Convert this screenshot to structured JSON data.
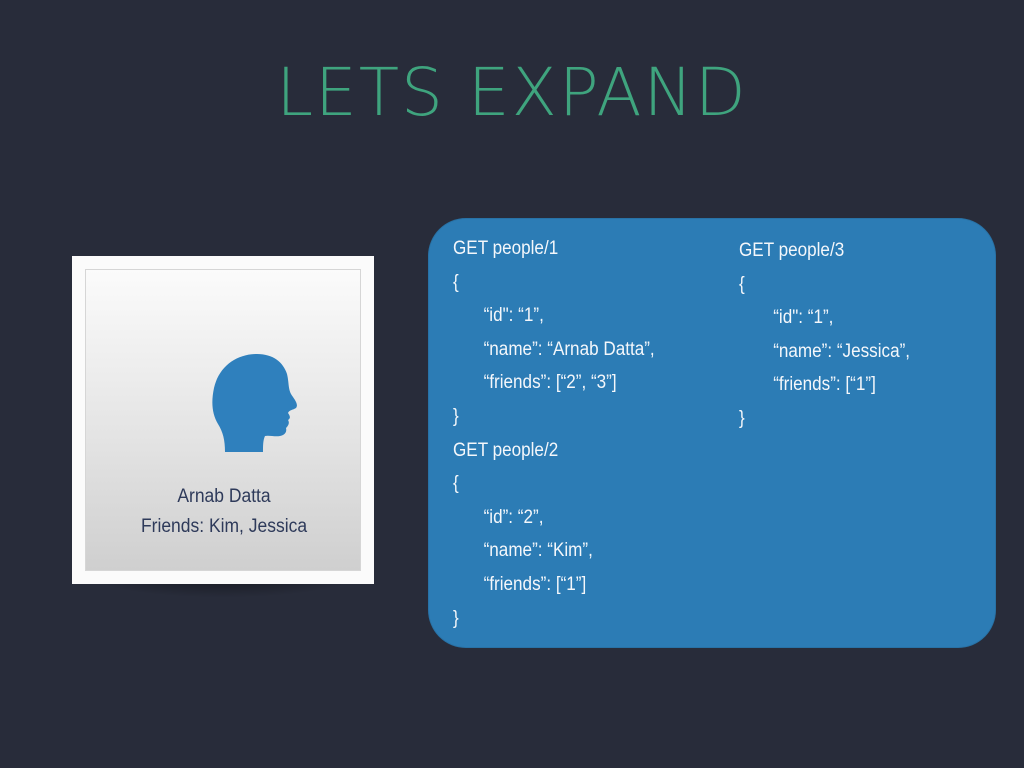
{
  "slide": {
    "title": "LETS EXPAND"
  },
  "profile_card": {
    "name": "Arnab Datta",
    "friends": "Friends: Kim, Jessica",
    "icon": "head-silhouette-icon"
  },
  "code": {
    "left_column": [
      {
        "text": "GET people/1",
        "indent": false
      },
      {
        "text": "{",
        "indent": false
      },
      {
        "text": "“id\": “1”,",
        "indent": true
      },
      {
        "text": "“name”: “Arnab Datta”,",
        "indent": true
      },
      {
        "text": "“friends”: [“2”, “3”]",
        "indent": true
      },
      {
        "text": "}",
        "indent": false
      },
      {
        "text": "GET people/2",
        "indent": false
      },
      {
        "text": "{",
        "indent": false
      },
      {
        "text": "“id”: “2”,",
        "indent": true
      },
      {
        "text": "“name”: “Kim”,",
        "indent": true
      },
      {
        "text": "“friends”: [“1”]",
        "indent": true
      },
      {
        "text": "}",
        "indent": false
      }
    ],
    "right_column": [
      {
        "text": "GET people/3",
        "indent": false
      },
      {
        "text": "{",
        "indent": false
      },
      {
        "text": "“id\": “1”,",
        "indent": true
      },
      {
        "text": "“name”: “Jessica”,",
        "indent": true
      },
      {
        "text": "“friends”: [“1”]",
        "indent": true
      },
      {
        "text": "}",
        "indent": false
      }
    ]
  },
  "colors": {
    "background": "#282c3a",
    "title": "#3fa47e",
    "panel": "#2c7cb5",
    "icon": "#2f80bd"
  }
}
